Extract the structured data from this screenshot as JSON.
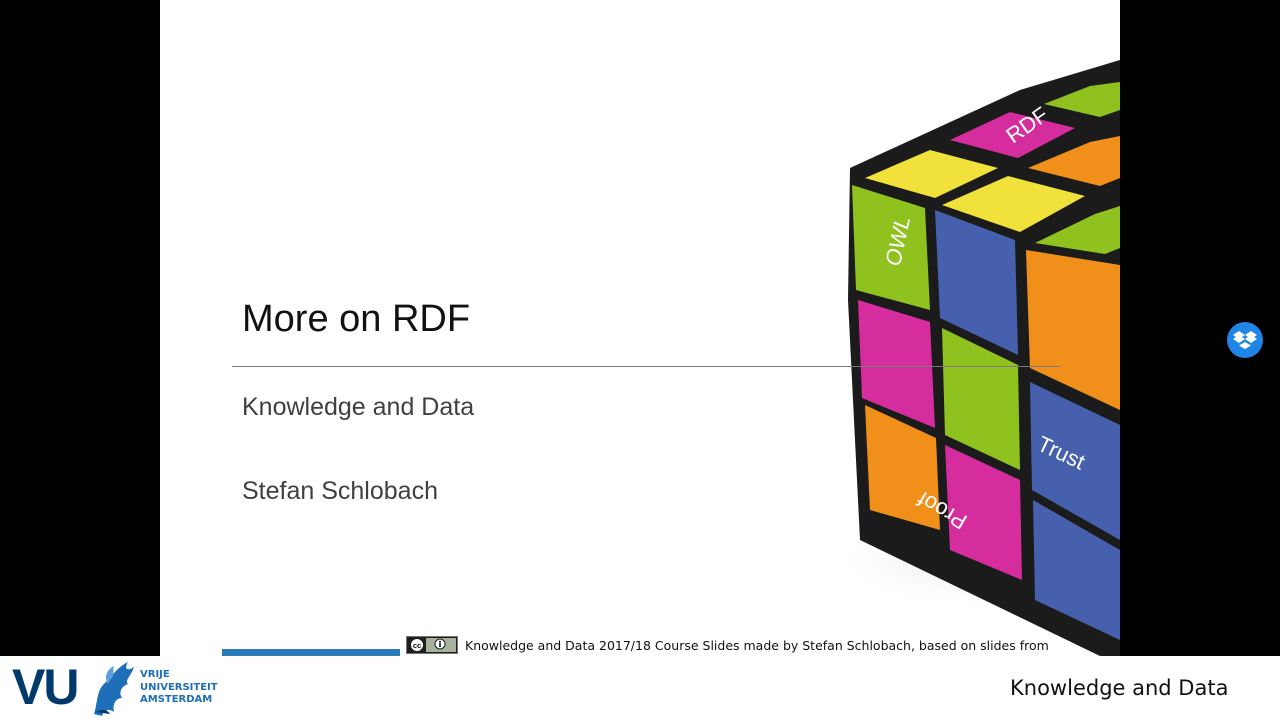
{
  "slide": {
    "title": "More on RDF",
    "subtitle1": "Knowledge and Data",
    "subtitle2": "Stefan Schlobach",
    "license_text": "Knowledge and Data 2017/18 Course Slides made by Stefan Schlobach, based on slides from",
    "cube_labels": {
      "rdf": "RDF",
      "owl": "OWL",
      "trust": "Trust",
      "proof": "Proof"
    }
  },
  "footer": {
    "logo_letters": "VU",
    "logo_name": [
      "VRIJE",
      "UNIVERSITEIT",
      "AMSTERDAM"
    ],
    "course_name": "Knowledge and Data"
  },
  "icons": {
    "dropbox": "dropbox-icon",
    "cc_license": "creative-commons-by-icon",
    "griffin": "vu-griffin-icon"
  },
  "colors": {
    "background": "#000000",
    "slide": "#ffffff",
    "vu_blue": "#003a6c",
    "vu_light_blue": "#1e6fb8",
    "dropbox_blue": "#1f86e8",
    "cube_yellow": "#f0e23a",
    "cube_green": "#8fc21f",
    "cube_magenta": "#d62d9e",
    "cube_orange": "#f0901a",
    "cube_blue": "#4660ad"
  }
}
